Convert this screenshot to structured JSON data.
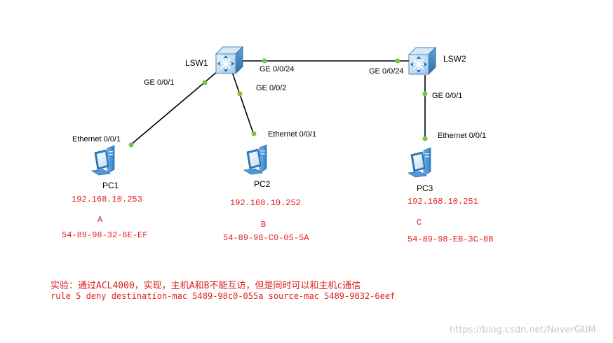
{
  "devices": {
    "lsw1": "LSW1",
    "lsw2": "LSW2",
    "pc1": "PC1",
    "pc2": "PC2",
    "pc3": "PC3"
  },
  "ports": {
    "lsw1_ge001": "GE 0/0/1",
    "lsw1_ge002": "GE 0/0/2",
    "lsw1_ge0024": "GE 0/0/24",
    "lsw2_ge0024": "GE 0/0/24",
    "lsw2_ge001": "GE 0/0/1",
    "pc1_eth": "Ethernet 0/0/1",
    "pc2_eth": "Ethernet 0/0/1",
    "pc3_eth": "Ethernet 0/0/1"
  },
  "hosts": {
    "a": {
      "ip": "192.168.10.253",
      "letter": "A",
      "mac": "54-89-98-32-6E-EF"
    },
    "b": {
      "ip": "192.168.10.252",
      "letter": "B",
      "mac": "54-89-98-C0-05-5A"
    },
    "c": {
      "ip": "192.168.10.251",
      "letter": "C",
      "mac": "54-89-98-EB-3C-8B"
    }
  },
  "note": {
    "line1": "实验：通过ACL4000，实现，主机A和B不能互访，但是同时可以和主机c通信",
    "line2": "rule 5 deny destination-mac 5489-98c0-055a source-mac 5489-9832-6eef"
  },
  "watermark": "https://blog.csdn.net/NeverGUM",
  "colors": {
    "link": "#000000",
    "port_dot": "#7cc242",
    "annotation": "#e02020"
  },
  "icons": {
    "switch": "l3-switch-icon",
    "pc": "pc-icon"
  }
}
